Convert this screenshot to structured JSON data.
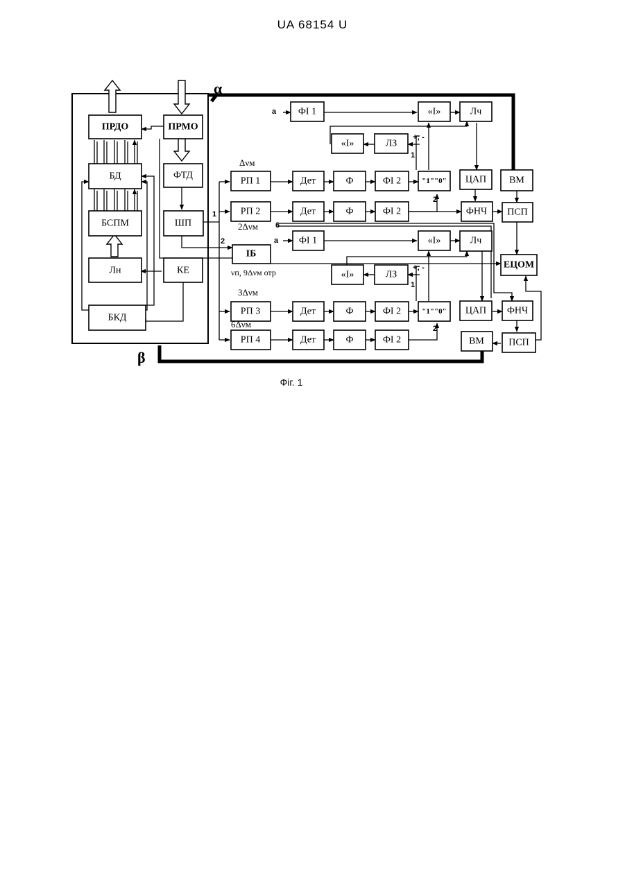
{
  "header": {
    "document_id": "UA   68154   U"
  },
  "caption": "Фіг. 1",
  "blocks": {
    "prdo": "ПРДО",
    "prmo": "ПРМО",
    "bd": "БД",
    "ftd": "ФТД",
    "bspm": "БСПМ",
    "shp": "ШП",
    "ln": "Лн",
    "ke": "КЕ",
    "bkd": "БКД",
    "ib": "ІБ",
    "fi1_top": "ФІ 1",
    "fi1_bot": "ФІ 1",
    "int_top": "«І»",
    "int_top2": "«І»",
    "int_bot": "«І»",
    "int_bot2": "«І»",
    "lch_top": "Лч",
    "lch_bot": "Лч",
    "lz_top": "ЛЗ",
    "lz_bot": "ЛЗ",
    "rp1": "РП 1",
    "rp2": "РП 2",
    "rp3": "РП 3",
    "rp4": "РП 4",
    "det": "Дет",
    "f": "Ф",
    "fi2": "ФІ 2",
    "cmp": "\"1\"\"0\"",
    "dac_top": "ЦАП",
    "dac_bot": "ЦАП",
    "vm_top": "ВМ",
    "vm_bot": "ВМ",
    "fnch_top": "ФНЧ",
    "fnch_bot": "ФНЧ",
    "psp_top": "ПСП",
    "psp_bot": "ПСП",
    "ecom": "ЕЦОМ"
  },
  "labels": {
    "alpha": "α",
    "beta": "β",
    "a": "a",
    "one": "1",
    "two": "2",
    "six": "6",
    "plusminus": "+; -",
    "dnu1": "Δνм",
    "dnu2": "2Δνм",
    "dnu3": "3Δνм",
    "dnu6": "6Δνм",
    "ib_sub": "νп, 9Δνм отр"
  }
}
